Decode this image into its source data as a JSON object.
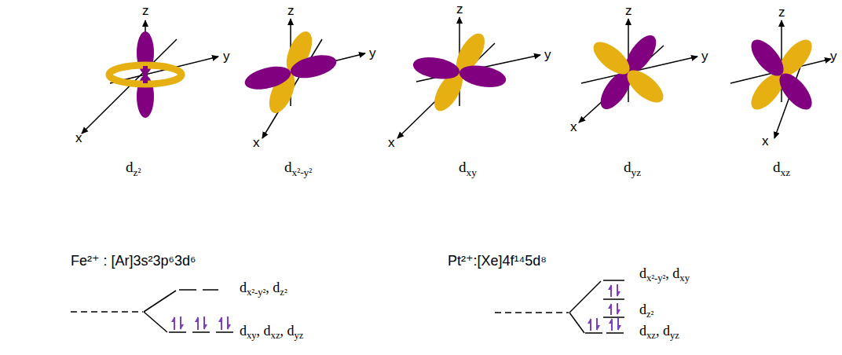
{
  "diagram": {
    "labels": [
      "z",
      "y",
      "x",
      "z",
      "y",
      "x",
      "z",
      "y",
      "x",
      "z",
      "y",
      "x",
      "z",
      "y",
      "x",
      "dz²",
      "dx²-y²",
      "dxy",
      "dyz",
      "dxz",
      "Fe²⁺ : [Ar]3s²3p⁶3d⁶",
      "dx²-y², dz²",
      "dxy, dxz, dyz",
      "Pt²⁺:[Xe]4f¹⁴5d⁸",
      "dx²-y², dxy",
      "dz²",
      "dxz, dyz"
    ]
  }
}
